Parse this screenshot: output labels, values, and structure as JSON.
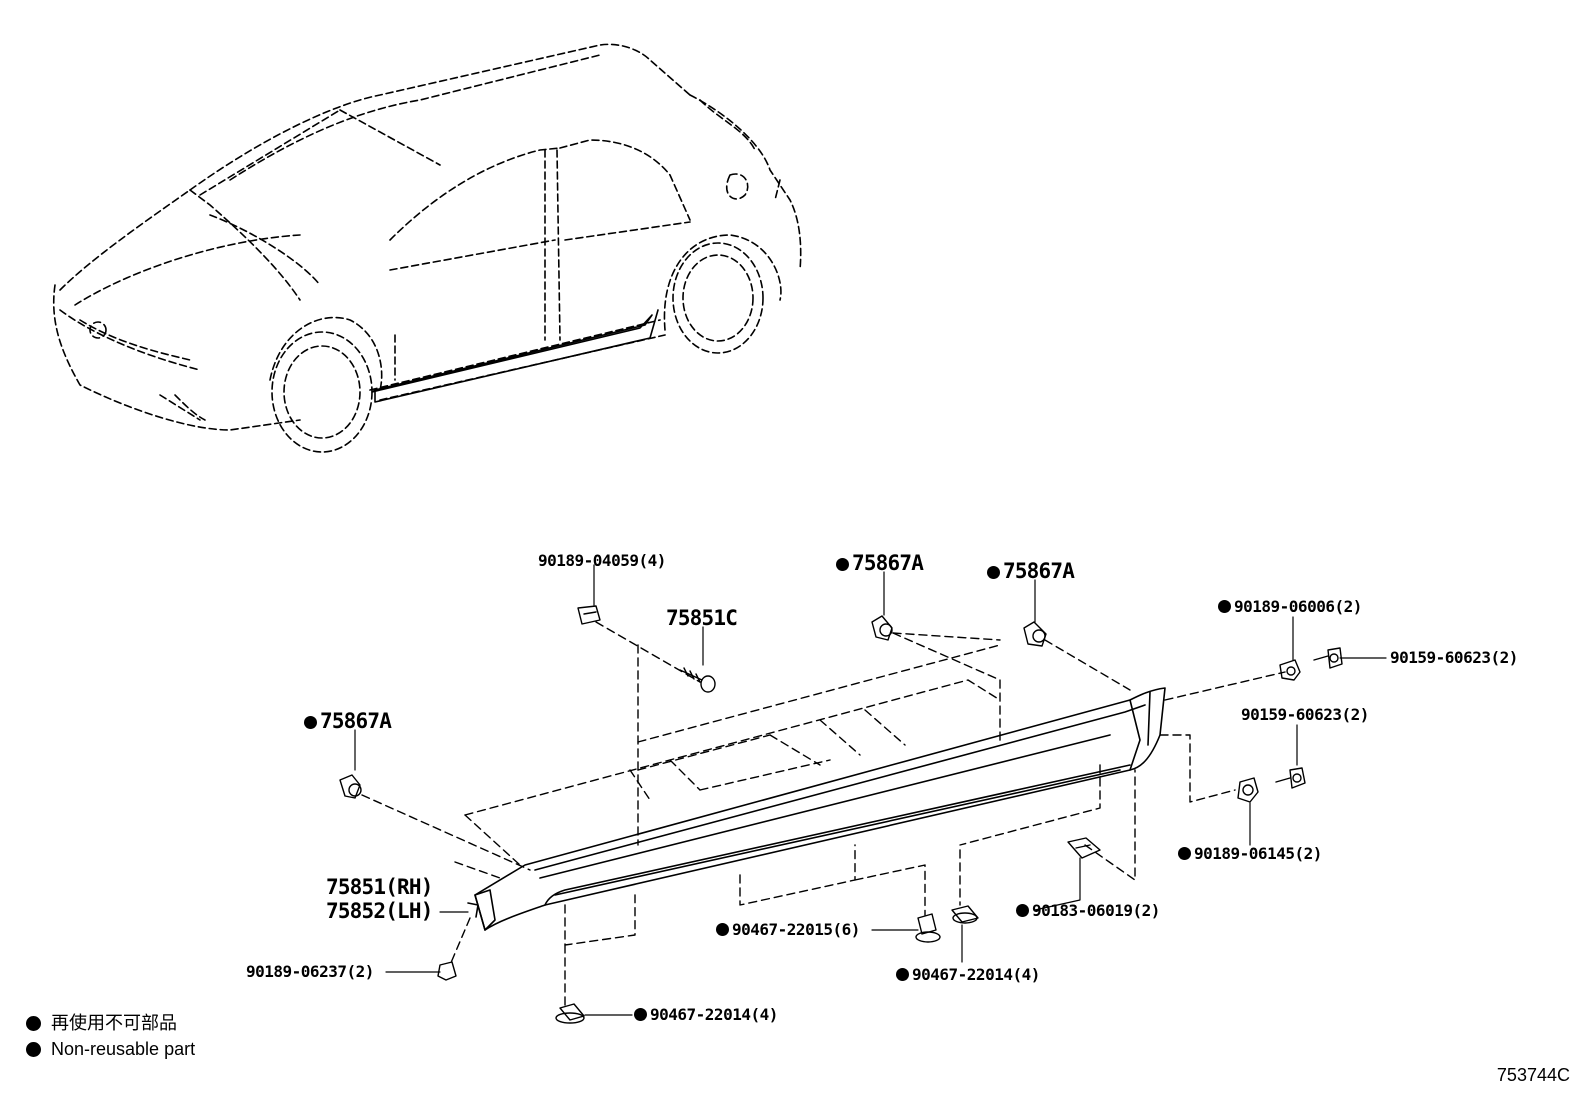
{
  "labels": {
    "p_90189_04059": "90189-04059(4)",
    "p_75851C": "75851C",
    "p_75867A_1": "75867A",
    "p_75867A_2": "75867A",
    "p_75867A_3": "75867A",
    "p_90189_06006": "90189-06006(2)",
    "p_90159_60623_a": "90159-60623(2)",
    "p_90159_60623_b": "90159-60623(2)",
    "p_90189_06145": "90189-06145(2)",
    "p_90183_06019": "90183-06019(2)",
    "p_75851_rh": "75851(RH)",
    "p_75852_lh": "75852(LH)",
    "p_90189_06237": "90189-06237(2)",
    "p_90467_22015": "90467-22015(6)",
    "p_90467_22014_a": "90467-22014(4)",
    "p_90467_22014_b": "90467-22014(4)"
  },
  "legend": {
    "ja": "再使用不可部品",
    "en": "Non-reusable part"
  },
  "figure_id": "753744C",
  "colors": {
    "ink": "#000000",
    "paper": "#ffffff"
  }
}
